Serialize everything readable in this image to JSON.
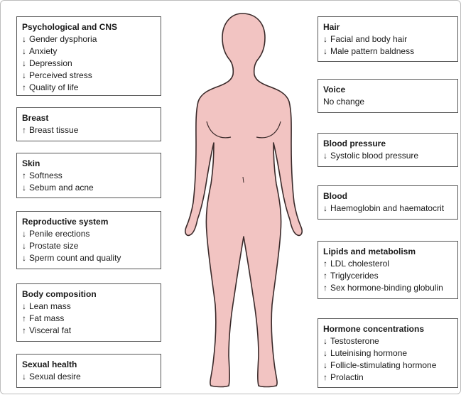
{
  "boxes": {
    "psych": {
      "title": "Psychological and CNS",
      "lines": [
        {
          "arrow": "↓",
          "text": "Gender dysphoria"
        },
        {
          "arrow": "↓",
          "text": "Anxiety"
        },
        {
          "arrow": "↓",
          "text": "Depression"
        },
        {
          "arrow": "↓",
          "text": "Perceived stress"
        },
        {
          "arrow": "↑",
          "text": "Quality of life"
        }
      ]
    },
    "breast": {
      "title": "Breast",
      "lines": [
        {
          "arrow": "↑",
          "text": "Breast tissue"
        }
      ]
    },
    "skin": {
      "title": "Skin",
      "lines": [
        {
          "arrow": "↑",
          "text": "Softness"
        },
        {
          "arrow": "↓",
          "text": "Sebum and acne"
        }
      ]
    },
    "repro": {
      "title": "Reproductive system",
      "lines": [
        {
          "arrow": "↓",
          "text": "Penile erections"
        },
        {
          "arrow": "↓",
          "text": "Prostate size"
        },
        {
          "arrow": "↓",
          "text": "Sperm count and quality"
        }
      ]
    },
    "body": {
      "title": "Body composition",
      "lines": [
        {
          "arrow": "↓",
          "text": "Lean mass"
        },
        {
          "arrow": "↑",
          "text": "Fat mass"
        },
        {
          "arrow": "↑",
          "text": "Visceral fat"
        }
      ]
    },
    "sexual": {
      "title": "Sexual health",
      "lines": [
        {
          "arrow": "↓",
          "text": "Sexual desire"
        }
      ]
    },
    "hair": {
      "title": "Hair",
      "lines": [
        {
          "arrow": "↓",
          "text": "Facial and body hair"
        },
        {
          "arrow": "↓",
          "text": "Male pattern baldness"
        }
      ]
    },
    "voice": {
      "title": "Voice",
      "lines": [
        {
          "arrow": "",
          "text": "No change"
        }
      ]
    },
    "bp": {
      "title": "Blood pressure",
      "lines": [
        {
          "arrow": "↓",
          "text": "Systolic blood pressure"
        }
      ]
    },
    "blood": {
      "title": "Blood",
      "lines": [
        {
          "arrow": "↓",
          "text": "Haemoglobin and haematocrit"
        }
      ]
    },
    "lipids": {
      "title": "Lipids and metabolism",
      "lines": [
        {
          "arrow": "↑",
          "text": "LDL cholesterol"
        },
        {
          "arrow": "↑",
          "text": "Triglycerides"
        },
        {
          "arrow": "↑",
          "text": "Sex hormone-binding globulin"
        }
      ]
    },
    "hormone": {
      "title": "Hormone concentrations",
      "lines": [
        {
          "arrow": "↓",
          "text": "Testosterone"
        },
        {
          "arrow": "↓",
          "text": "Luteinising hormone"
        },
        {
          "arrow": "↓",
          "text": "Follicle-stimulating hormone"
        },
        {
          "arrow": "↑",
          "text": "Prolactin"
        }
      ]
    }
  },
  "colors": {
    "figure_fill": "#f2c4c2",
    "figure_stroke": "#3a2a2a",
    "box_border": "#555555"
  }
}
